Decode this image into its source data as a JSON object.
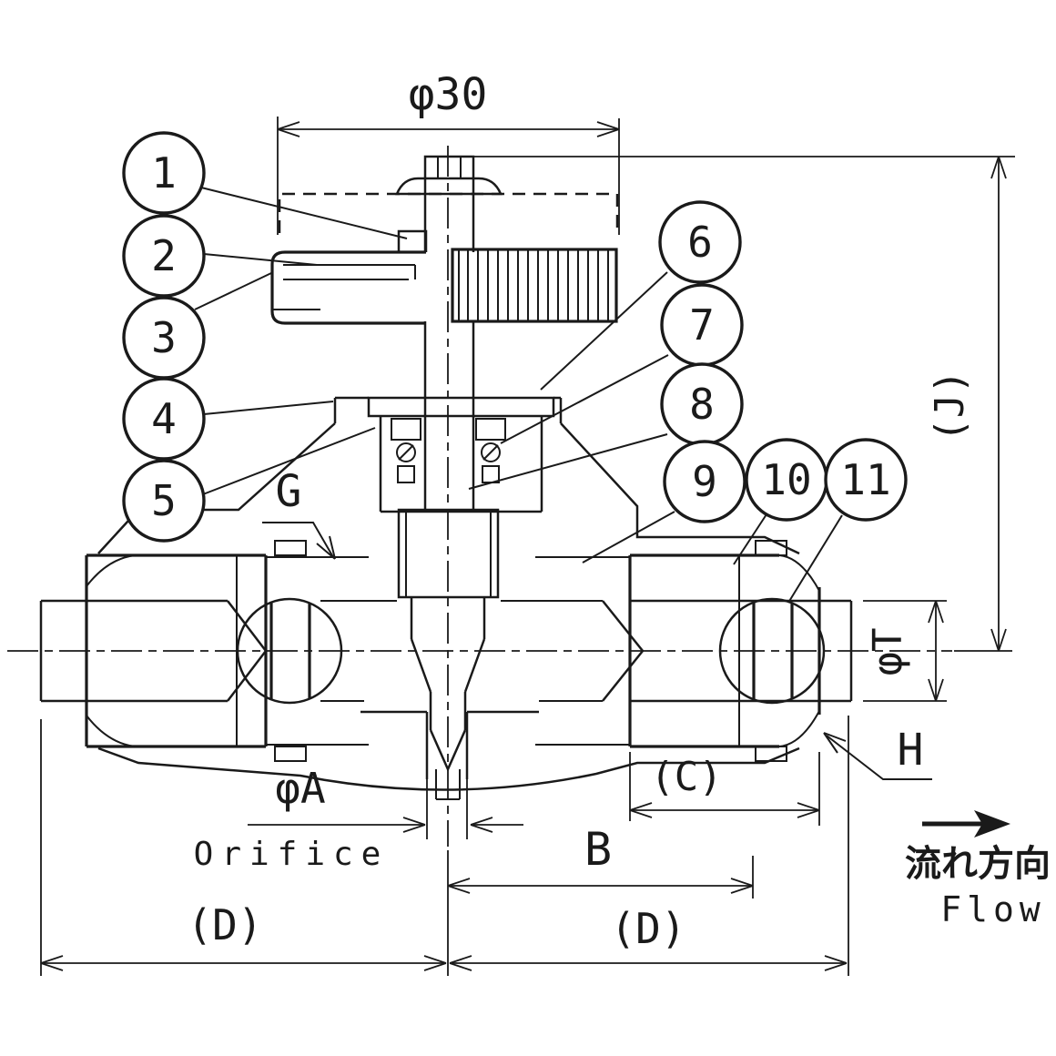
{
  "drawing": {
    "callouts": [
      {
        "label": "1"
      },
      {
        "label": "2"
      },
      {
        "label": "3"
      },
      {
        "label": "4"
      },
      {
        "label": "5"
      },
      {
        "label": "6"
      },
      {
        "label": "7"
      },
      {
        "label": "8"
      },
      {
        "label": "9"
      },
      {
        "label": "10"
      },
      {
        "label": "11"
      }
    ],
    "dimensions": {
      "phi30": "φ30",
      "j": "(J)",
      "phi_t": "φT",
      "phi_a": "φA",
      "orifice": "Orifice",
      "b": "B",
      "c": "(C)",
      "d_left": "(D)",
      "d_right": "(D)"
    },
    "reference_labels": {
      "g": "G",
      "h": "H"
    },
    "flow": {
      "label_jp": "流れ方向",
      "label_en": "Flow"
    },
    "line_color": "#1a1a1a",
    "background_color": "#ffffff"
  }
}
